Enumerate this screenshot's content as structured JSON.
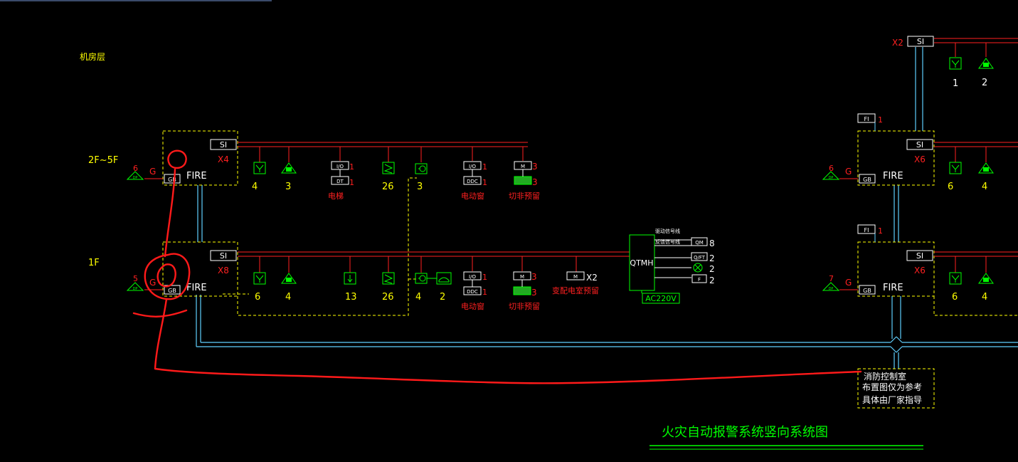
{
  "colors": {
    "background": "#000000",
    "bus_red": "#ff2020",
    "trunk_cyan": "#5fd0ff",
    "device_green": "#00ff00",
    "dashed_yellow": "#ffff00",
    "markup_red": "#ff1a1a"
  },
  "floors": {
    "machine_room": "机房层",
    "upper": "2F~5F",
    "ground": "1F"
  },
  "common": {
    "si": "SI",
    "fire": "FIRE",
    "g": "G",
    "gb": "GB",
    "dp": "DP",
    "fi": "FI"
  },
  "upper_panel": {
    "bus_id": "X4",
    "dp_count": "6",
    "devices": [
      {
        "icon": "smoke-detector-icon",
        "count": "4"
      },
      {
        "icon": "manual-alarm-icon",
        "count": "3"
      },
      {
        "icon": "io-module-icon",
        "top": "I/O",
        "bottom": "DT",
        "top_count": "1",
        "bottom_count": "1",
        "label": "电梯"
      },
      {
        "icon": "heat-detector-icon",
        "count": "26"
      },
      {
        "icon": "alarm-bell-icon",
        "count": "3"
      },
      {
        "icon": "io-module-icon",
        "top": "I/O",
        "bottom": "DDC",
        "top_count": "1",
        "bottom_count": "1",
        "label": "电动窗"
      },
      {
        "icon": "module-m-icon",
        "top": "M",
        "top_count": "3",
        "bottom_count": "3",
        "label": "切非预留"
      }
    ]
  },
  "ground_panel": {
    "bus_id": "X8",
    "dp_count": "5",
    "devices": [
      {
        "icon": "smoke-detector-icon",
        "count": "6"
      },
      {
        "icon": "manual-alarm-icon",
        "count": "4"
      },
      {
        "icon": "temperature-probe-icon",
        "count": "13"
      },
      {
        "icon": "heat-detector-icon",
        "count": "26"
      },
      {
        "icon": "alarm-bell-icon",
        "count": "4"
      },
      {
        "icon": "telephone-icon",
        "count": "2"
      },
      {
        "icon": "io-module-icon",
        "top": "I/O",
        "bottom": "DDC",
        "top_count": "1",
        "bottom_count": "1",
        "label": "电动窗"
      },
      {
        "icon": "module-m-icon",
        "top": "M",
        "top_count": "3",
        "bottom_count": "3",
        "label": "切非预留"
      },
      {
        "icon": "module-m-icon",
        "top": "M",
        "top_count": "X2",
        "label": "变配电室预留"
      }
    ]
  },
  "qtmh": {
    "label": "QTMH",
    "power": "AC220V",
    "signal1": "驱动信号线",
    "signal2": "反馈信号线",
    "outputs": [
      {
        "icon": "output-box-icon",
        "text": "QM",
        "count": "8"
      },
      {
        "icon": "output-qft-icon",
        "text": "Q/FT",
        "count": "2"
      },
      {
        "icon": "output-light-icon",
        "text": "",
        "count": "2"
      },
      {
        "icon": "output-fan-icon",
        "text": "F",
        "count": "2"
      }
    ]
  },
  "right_top": {
    "bus_id": "X2",
    "devices": [
      {
        "icon": "smoke-detector-icon",
        "count": "1"
      },
      {
        "icon": "manual-alarm-icon",
        "count": "2"
      }
    ]
  },
  "right_mid": {
    "bus_id": "X6",
    "dp_count": "6",
    "fi_count": "1",
    "devices": [
      {
        "icon": "smoke-detector-icon",
        "count": "6"
      },
      {
        "icon": "manual-alarm-icon",
        "count": "4"
      }
    ]
  },
  "right_low": {
    "bus_id": "X6",
    "dp_count": "7",
    "fi_count": "1",
    "devices": [
      {
        "icon": "smoke-detector-icon",
        "count": "6"
      },
      {
        "icon": "manual-alarm-icon",
        "count": "4"
      }
    ]
  },
  "control_room": {
    "line1": "消防控制室",
    "line2": "布置图仅为参考",
    "line3": "具体由厂家指导"
  },
  "drawing_title": "火灾自动报警系统竖向系统图"
}
